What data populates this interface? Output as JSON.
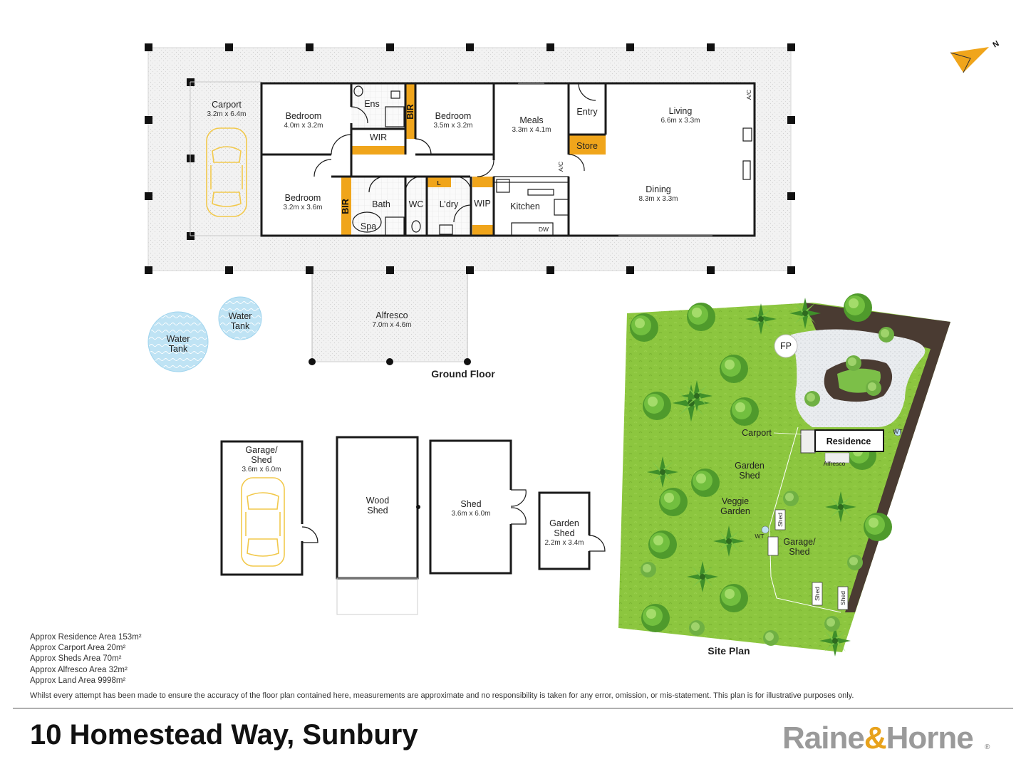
{
  "ground_floor": {
    "title": "Ground Floor",
    "rooms": {
      "carport": {
        "name": "Carport",
        "dim": "3.2m x 6.4m"
      },
      "bedroom1": {
        "name": "Bedroom",
        "dim": "4.0m x 3.2m"
      },
      "ens": {
        "name": "Ens"
      },
      "wir": {
        "name": "WIR"
      },
      "bir1": {
        "name": "BIR"
      },
      "bedroom2": {
        "name": "Bedroom",
        "dim": "3.5m x 3.2m"
      },
      "meals": {
        "name": "Meals",
        "dim": "3.3m x 4.1m"
      },
      "entry": {
        "name": "Entry"
      },
      "store": {
        "name": "Store"
      },
      "living": {
        "name": "Living",
        "dim": "6.6m x 3.3m"
      },
      "dining": {
        "name": "Dining",
        "dim": "8.3m x 3.3m"
      },
      "bedroom3": {
        "name": "Bedroom",
        "dim": "3.2m x 3.6m"
      },
      "bir2": {
        "name": "BIR"
      },
      "bath": {
        "name": "Bath"
      },
      "spa": {
        "name": "Spa"
      },
      "wc": {
        "name": "WC"
      },
      "laundry": {
        "name": "L’dry"
      },
      "laundry_l": {
        "name": "L"
      },
      "wip": {
        "name": "WIP"
      },
      "kitchen": {
        "name": "Kitchen"
      },
      "dw": {
        "name": "DW"
      },
      "ac1": {
        "name": "A/C"
      },
      "ac2": {
        "name": "A/C"
      },
      "alfresco": {
        "name": "Alfresco",
        "dim": "7.0m x 4.6m"
      }
    },
    "water_tank_large": {
      "line1": "Water",
      "line2": "Tank"
    },
    "water_tank_small": {
      "line1": "Water",
      "line2": "Tank"
    }
  },
  "outbuildings": {
    "garage": {
      "line1": "Garage/",
      "line2": "Shed",
      "dim": "3.6m x 6.0m"
    },
    "wood_shed": {
      "line1": "Wood",
      "line2": "Shed"
    },
    "shed": {
      "name": "Shed",
      "dim": "3.6m x 6.0m"
    },
    "garden_shed": {
      "line1": "Garden",
      "line2": "Shed",
      "dim": "2.2m x 3.4m"
    }
  },
  "site_plan": {
    "title": "Site Plan",
    "fp": "FP",
    "carport": "Carport",
    "residence": "Residence",
    "wt1": "WT",
    "alfresco": "Alfresco",
    "garden_shed_1": "Garden",
    "garden_shed_2": "Shed",
    "veggie_1": "Veggie",
    "veggie_2": "Garden",
    "shed_small": "Shed",
    "wt2": "WT",
    "garage_1": "Garage/",
    "garage_2": "Shed",
    "shed_a": "Shed",
    "shed_b": "Shed"
  },
  "areas": [
    "Approx Residence Area 153m²",
    "Approx Carport Area 20m²",
    "Approx Sheds Area 70m²",
    "Approx Alfresco Area 32m²",
    "Approx Land Area 9998m²"
  ],
  "disclaimer": "Whilst every attempt has been made to ensure the accuracy of the floor plan contained here, measurements are approximate and no responsibility is taken for any error, omission, or mis-statement. This plan is for illustrative purposes only.",
  "address": "10 Homestead Way, Sunbury",
  "brand": {
    "part1": "Raine",
    "amp": "&",
    "part2": "Horne",
    "mark": "®"
  },
  "compass": {
    "label": "N"
  },
  "colors": {
    "wall": "#1a1a1a",
    "built_in": "#f0a51b",
    "deck": "#efefef",
    "grass": "#8cc63f",
    "garden_bed": "#4a3b32",
    "tank": "#9fd4ee",
    "car": "#f2c94c"
  }
}
